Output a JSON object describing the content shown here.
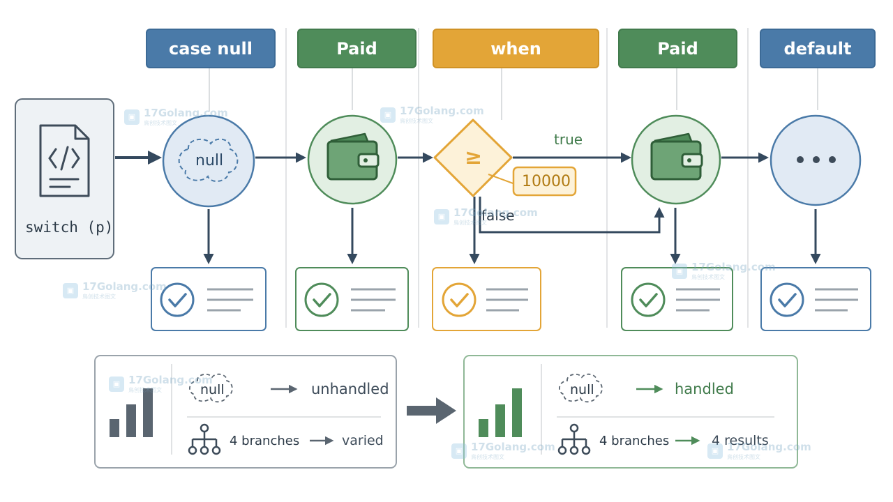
{
  "headers": [
    "case null",
    "Paid",
    "when",
    "Paid",
    "default"
  ],
  "switch_label": "switch (p)",
  "null_label": "null",
  "ge_symbol": "≥",
  "threshold": "10000",
  "branch_true": "true",
  "branch_false": "false",
  "ellipsis_icon": "more-dots-icon",
  "before": {
    "null_label": "null",
    "null_result": "unhandled",
    "branches_label": "4 branches",
    "branches_result": "varied"
  },
  "after": {
    "null_label": "null",
    "null_result": "handled",
    "branches_label": "4 branches",
    "branches_result": "4 results"
  },
  "watermark": "17Golang.com",
  "watermark_sub": "鳥创技术图文",
  "colors": {
    "blue": "#4a7aa8",
    "green": "#4f8c5a",
    "amber": "#e3a537",
    "gray": "#8a9096",
    "dark": "#34495e"
  }
}
